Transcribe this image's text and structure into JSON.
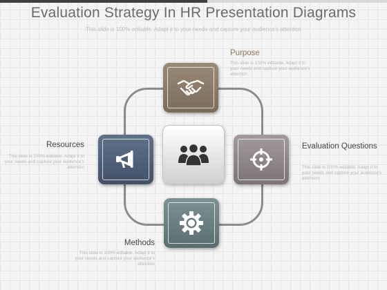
{
  "title": "Evaluation Strategy In HR Presentation Diagrams",
  "subtitle": "This slide is 100% editable. Adapt it to your needs and capture your audience's attention",
  "nodes": {
    "purpose": {
      "label": "Purpose",
      "desc": "This slide is 100% editable. Adapt it to your needs and capture your audience's attention",
      "icon": "handshake-icon",
      "color": "#8b7a68"
    },
    "resources": {
      "label": "Resources",
      "desc": "This slide is 100% editable. Adapt it to your needs and capture your audience's attention",
      "icon": "megaphone-icon",
      "color": "#4f5e77"
    },
    "evaluation": {
      "label": "Evaluation Questions",
      "desc": "This slide is 100% editable. Adapt it to your needs and capture your audience's attention",
      "icon": "target-icon",
      "color": "#8e8589"
    },
    "methods": {
      "label": "Methods",
      "desc": "This slide is 100% editable. Adapt it to your needs and capture your audience's attention",
      "icon": "gear-icon",
      "color": "#6b7e81"
    },
    "center": {
      "icon": "team-icon"
    }
  }
}
